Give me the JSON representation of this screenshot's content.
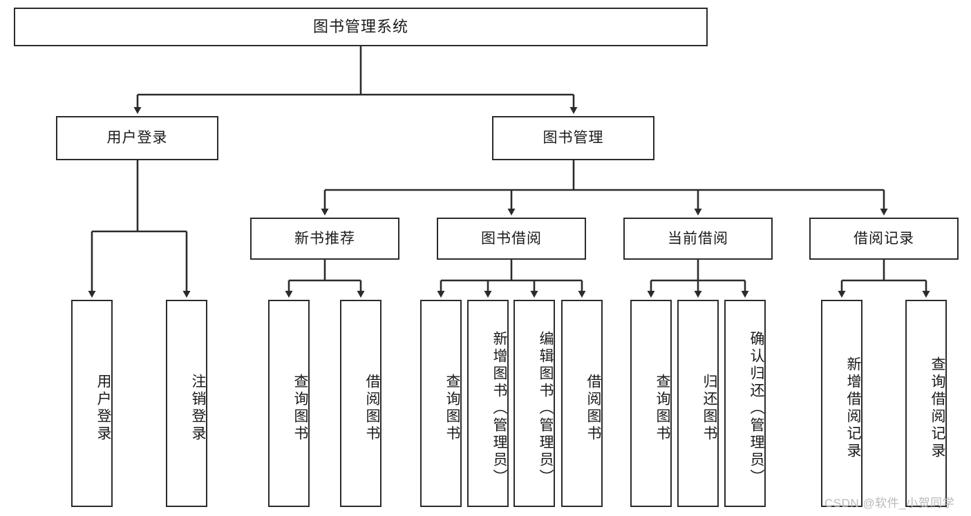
{
  "diagram": {
    "type": "tree-hierarchy-functional-structure",
    "title": "图书管理系统",
    "watermark": "CSDN @软件_小贺同学",
    "colors": {
      "box_border": "#2b2b2b",
      "box_fill": "#ffffff",
      "edge": "#2b2b2b",
      "text": "#1a1a1a",
      "watermark": "#b9b9b9",
      "background": "#ffffff"
    },
    "levels": {
      "root": {
        "label": "图书管理系统"
      },
      "level2": [
        {
          "label": "用户登录"
        },
        {
          "label": "图书管理"
        }
      ],
      "level3": [
        {
          "label": "新书推荐"
        },
        {
          "label": "图书借阅"
        },
        {
          "label": "当前借阅"
        },
        {
          "label": "借阅记录"
        }
      ],
      "leaves": [
        {
          "label": "用户登录",
          "parent": "用户登录"
        },
        {
          "label": "注销登录",
          "parent": "用户登录"
        },
        {
          "label": "查询图书",
          "parent": "新书推荐"
        },
        {
          "label": "借阅图书",
          "parent": "新书推荐"
        },
        {
          "label": "查询图书",
          "parent": "图书借阅"
        },
        {
          "label": "新增图书（管理员）",
          "parent": "图书借阅"
        },
        {
          "label": "编辑图书（管理员）",
          "parent": "图书借阅"
        },
        {
          "label": "借阅图书",
          "parent": "图书借阅"
        },
        {
          "label": "查询图书",
          "parent": "当前借阅"
        },
        {
          "label": "归还图书",
          "parent": "当前借阅"
        },
        {
          "label": "确认归还（管理员）",
          "parent": "当前借阅"
        },
        {
          "label": "新增借阅记录",
          "parent": "借阅记录"
        },
        {
          "label": "查询借阅记录",
          "parent": "借阅记录"
        }
      ]
    }
  }
}
